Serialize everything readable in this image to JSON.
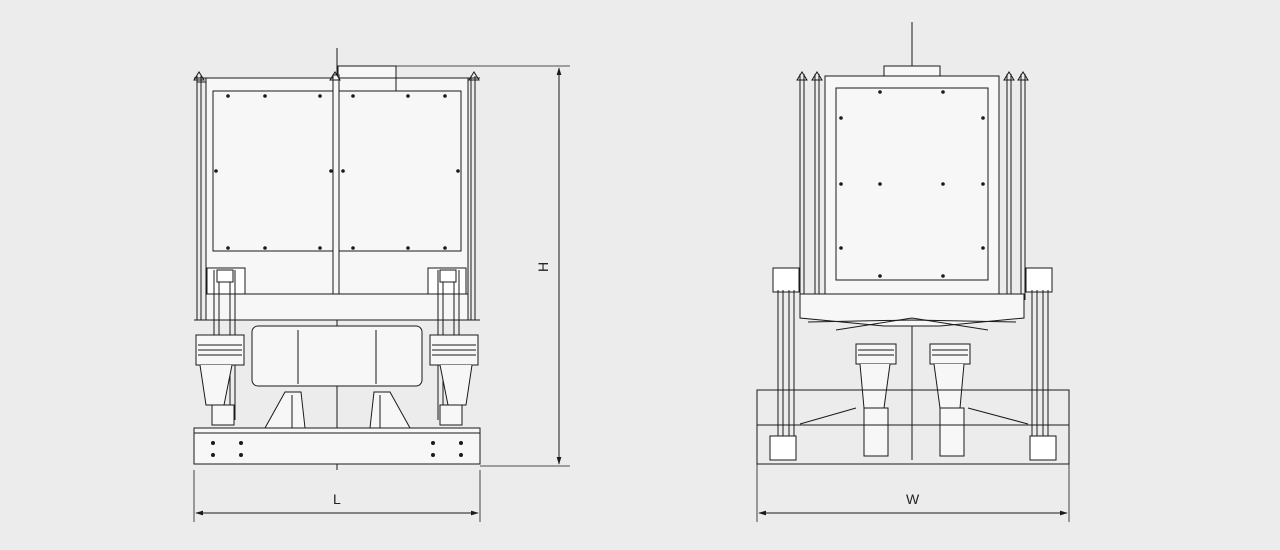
{
  "drawing": {
    "front_view": {
      "width_label": "L",
      "height_label": "H"
    },
    "side_view": {
      "width_label": "W"
    },
    "colors": {
      "background": "#ececec",
      "line": "#1a1a1a",
      "panel": "#f7f7f7"
    }
  }
}
